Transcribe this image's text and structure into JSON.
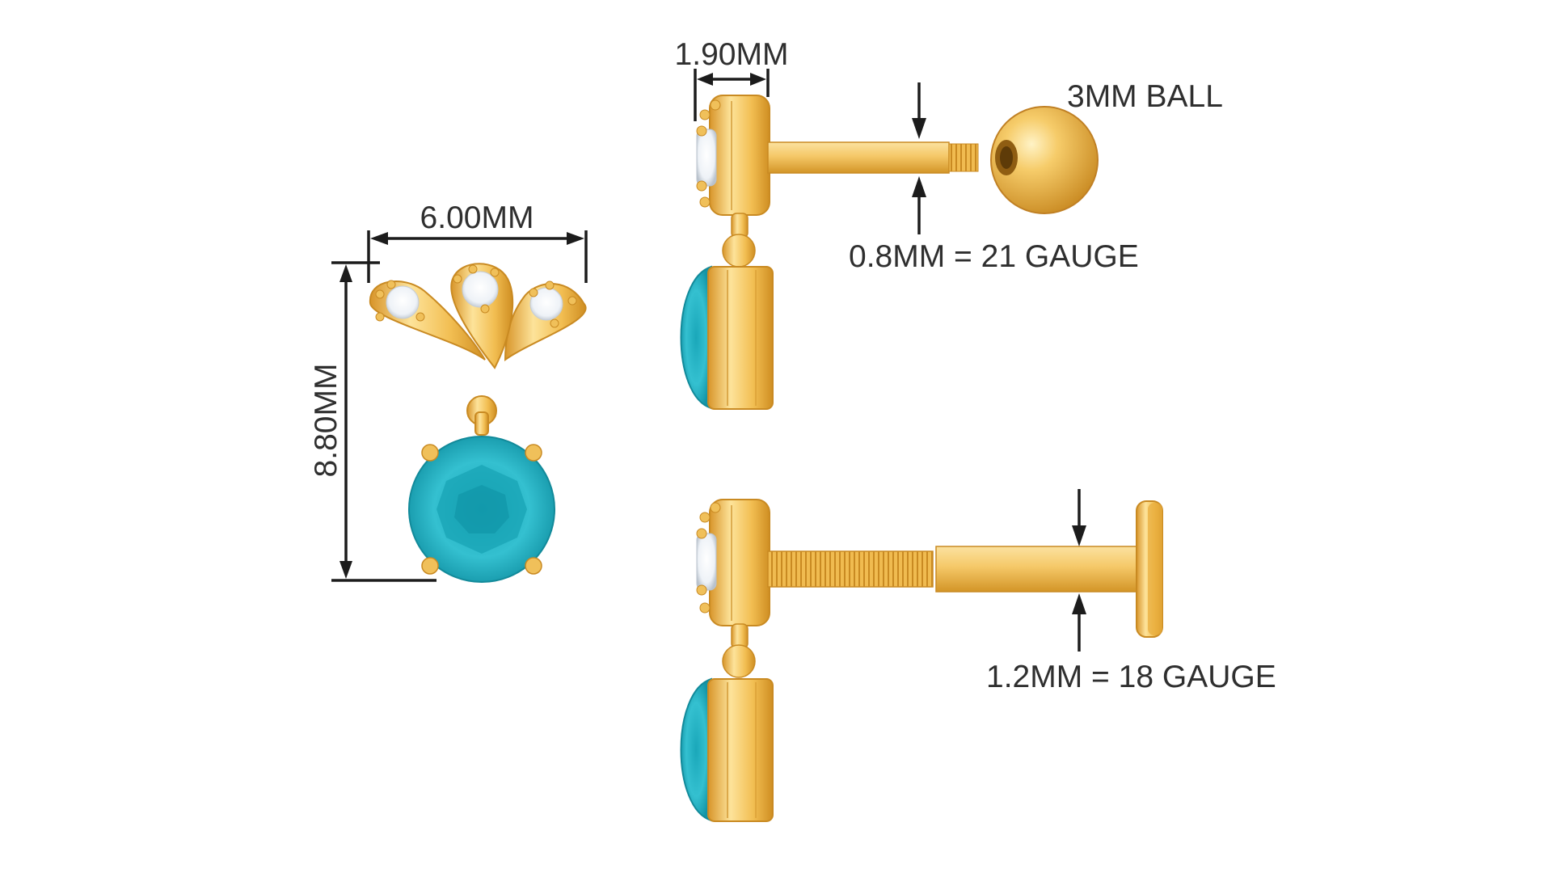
{
  "diagram": {
    "front_view": {
      "width_label": "6.00MM",
      "height_label": "8.80MM"
    },
    "threaded_ball_view": {
      "thickness_label": "1.90MM",
      "ball_label": "3MM BALL",
      "gauge_label": "0.8MM = 21 GAUGE"
    },
    "flat_back_view": {
      "gauge_label": "1.2MM = 18 GAUGE"
    }
  },
  "colors": {
    "gold": "#f2be52",
    "gold_dark": "#cf8e22",
    "gold_light": "#fde39a",
    "turquoise": "#25b6c8",
    "turquoise_dark": "#129aab",
    "diamond": "#f4f7fb",
    "dimension_line": "#1c1c1c",
    "label_text": "#2f2f2f"
  }
}
